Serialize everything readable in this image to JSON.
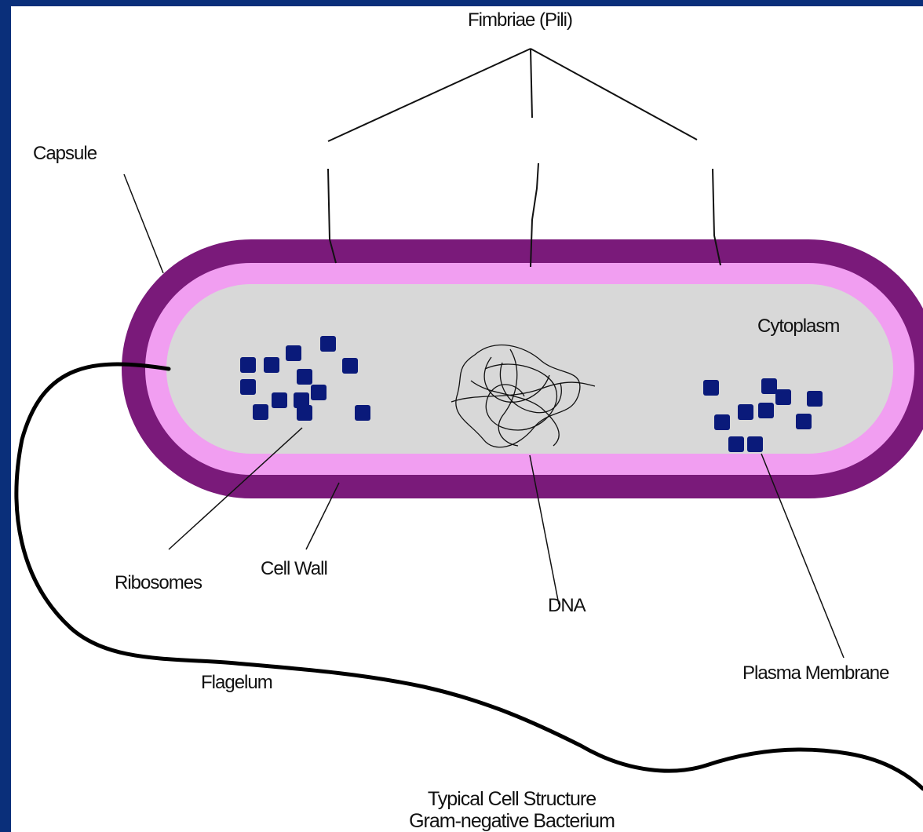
{
  "diagram": {
    "labels": {
      "fimbriae": "Fimbriae (Pili)",
      "capsule": "Capsule",
      "cytoplasm": "Cytoplasm",
      "ribosomes": "Ribosomes",
      "cell_wall": "Cell Wall",
      "dna": "DNA",
      "flagellum": "Flagelum",
      "plasma_membrane": "Plasma Membrane"
    },
    "caption": {
      "line1": "Typical Cell Structure",
      "line2": "Gram-negative Bacterium"
    },
    "colors": {
      "background": "#0a2f7a",
      "panel": "#ffffff",
      "capsule": "#7a1a7a",
      "cell_wall": "#f19ef1",
      "cytoplasm": "#d8d8d8",
      "ribosome": "#0a1a7a"
    }
  }
}
